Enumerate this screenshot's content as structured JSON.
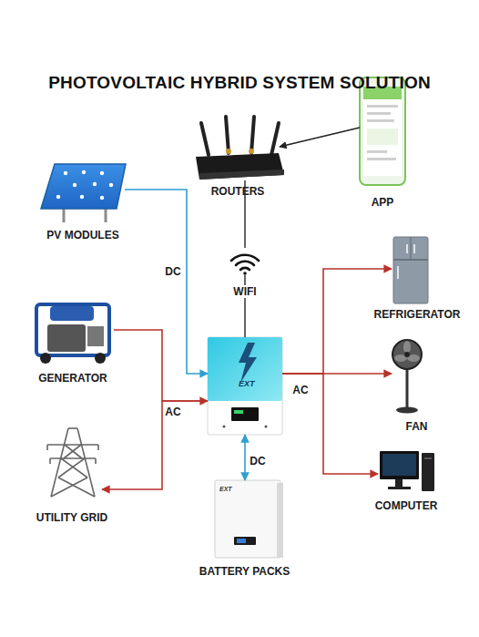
{
  "diagram": {
    "title": "PHOTOVOLTAIC HYBRID SYSTEM SOLUTION",
    "nodes": [
      {
        "text": [
          "ROUTERS"
        ]
      },
      {
        "text": [
          "APP"
        ]
      },
      {
        "text": [
          "PV MODULES"
        ]
      },
      {
        "text": [
          "REFRIGERATOR"
        ]
      },
      {
        "text": [
          "GENERATOR"
        ]
      },
      {
        "text": [
          "EXT"
        ]
      },
      {
        "text": [
          "FAN"
        ]
      },
      {
        "text": [
          "UTILITY GRID"
        ]
      },
      {
        "text": [
          "COMPUTER"
        ]
      },
      {
        "text": [
          "BATTERY PACKS"
        ]
      }
    ],
    "edges": [
      {
        "from": 1,
        "to": 0,
        "arrow": "to"
      },
      {
        "from": 0,
        "to": 5,
        "label": "WIFI",
        "arrow": "none"
      },
      {
        "from": 2,
        "to": 5,
        "label": "DC",
        "arrow": "to"
      },
      {
        "from": 4,
        "to": 5,
        "label": "AC",
        "arrow": "to"
      },
      {
        "from": 5,
        "to": 7,
        "arrow": "to"
      },
      {
        "from": 5,
        "to": 3,
        "arrow": "to"
      },
      {
        "from": 5,
        "to": 6,
        "label": "AC",
        "arrow": "to"
      },
      {
        "from": 5,
        "to": 8,
        "arrow": "to"
      },
      {
        "from": 5,
        "to": 9,
        "label": "DC",
        "arrow": "both"
      }
    ],
    "labels": [
      "EXT"
    ]
  }
}
